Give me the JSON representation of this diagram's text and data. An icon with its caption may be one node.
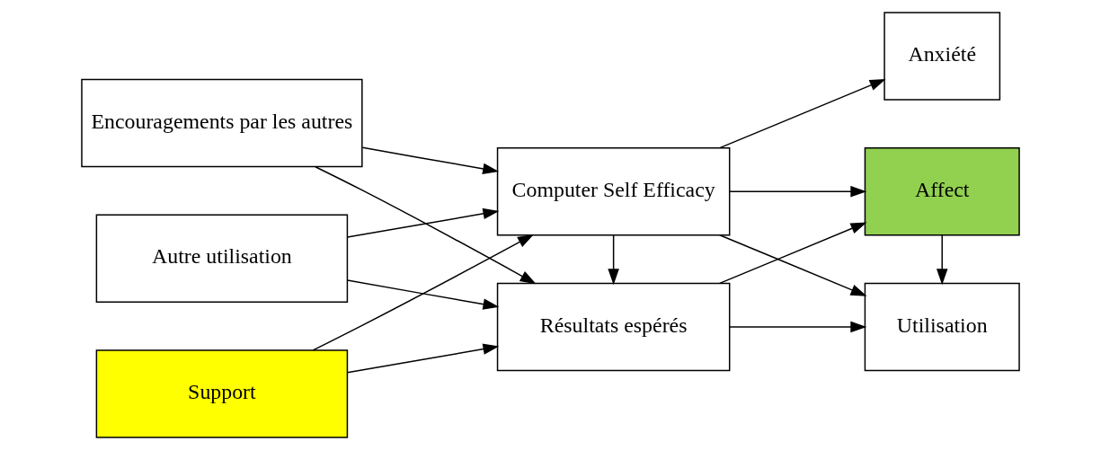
{
  "diagram": {
    "nodes": [
      {
        "text": [
          "Encouragements par les autres"
        ]
      },
      {
        "text": [
          "Autre utilisation"
        ]
      },
      {
        "text": [
          "Support"
        ]
      },
      {
        "text": [
          "Computer Self Efficacy"
        ]
      },
      {
        "text": [
          "Résultats espérés"
        ]
      },
      {
        "text": [
          "Affect"
        ]
      },
      {
        "text": [
          "Anxiété"
        ]
      },
      {
        "text": [
          "Utilisation"
        ]
      }
    ],
    "edges": [
      {
        "from": 0,
        "to": 3,
        "arrow": "to"
      },
      {
        "from": 0,
        "to": 4,
        "arrow": "to"
      },
      {
        "from": 1,
        "to": 3,
        "arrow": "to"
      },
      {
        "from": 1,
        "to": 4,
        "arrow": "to"
      },
      {
        "from": 2,
        "to": 3,
        "arrow": "to"
      },
      {
        "from": 2,
        "to": 4,
        "arrow": "to"
      },
      {
        "from": 3,
        "to": 5,
        "arrow": "to"
      },
      {
        "from": 3,
        "to": 4,
        "arrow": "to"
      },
      {
        "from": 3,
        "to": 6,
        "arrow": "to"
      },
      {
        "from": 3,
        "to": 7,
        "arrow": "to"
      },
      {
        "from": 4,
        "to": 5,
        "arrow": "to"
      },
      {
        "from": 4,
        "to": 7,
        "arrow": "to"
      },
      {
        "from": 5,
        "to": 7,
        "arrow": "to"
      }
    ]
  }
}
